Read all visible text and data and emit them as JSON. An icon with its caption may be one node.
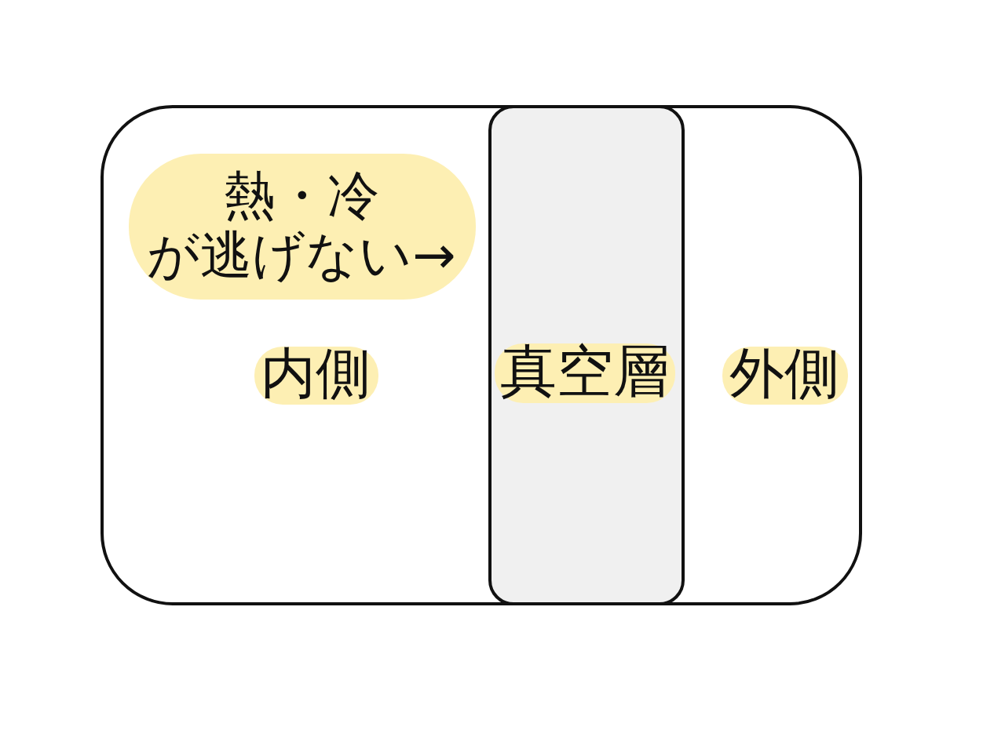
{
  "diagram": {
    "nodes": [
      {
        "text": [],
        "shape": "box"
      },
      {
        "text": [
          "熱・冷が逃げない→"
        ],
        "in": 0
      },
      {
        "text": [
          "内側"
        ],
        "in": 0
      },
      {
        "text": [
          "真空層"
        ],
        "in": 0
      },
      {
        "text": [
          "外側"
        ],
        "in": 0
      }
    ]
  }
}
